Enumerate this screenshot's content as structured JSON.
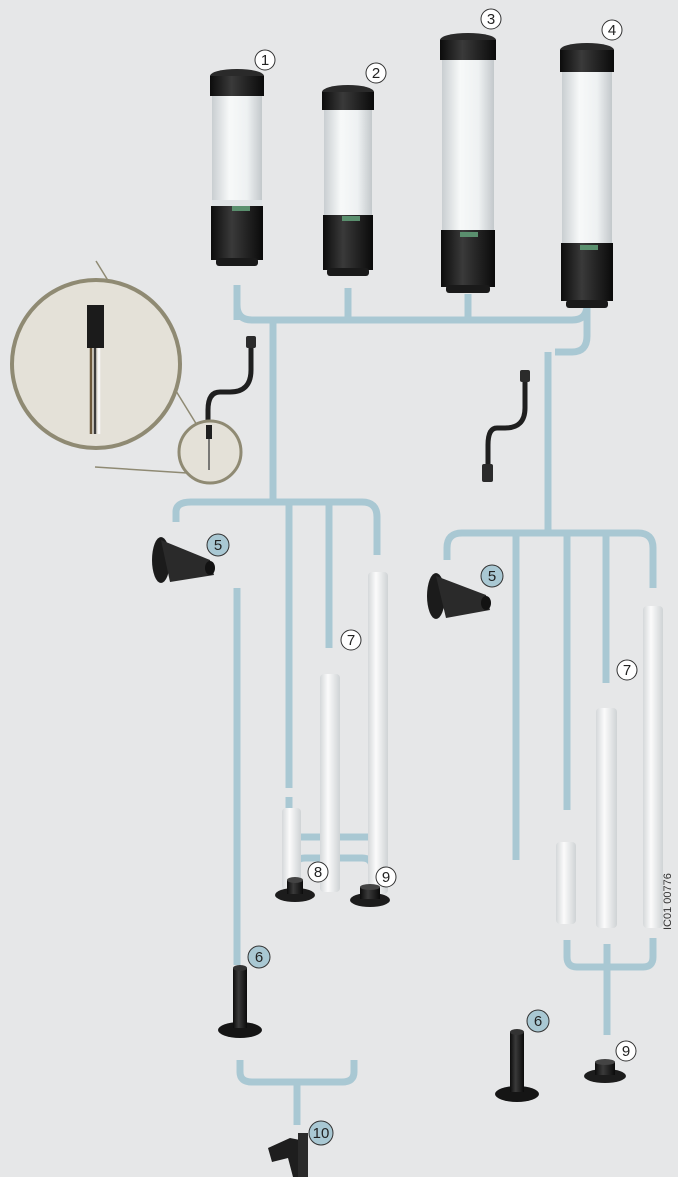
{
  "colors": {
    "background": "#e6e7e8",
    "connector": "#a9c8d3",
    "badge_filled": "#a9c8d3",
    "badge_outline": "#ffffff",
    "light_body": "#eef1f2",
    "light_cap": "#1d1d1d",
    "tube": "#f1f3f3",
    "mount_black": "#1e1e1e"
  },
  "callouts": {
    "c1": "1",
    "c2": "2",
    "c3": "3",
    "c4": "4",
    "c5a": "5",
    "c5b": "5",
    "c6a": "6",
    "c6b": "6",
    "c7a": "7",
    "c7b": "7",
    "c8": "8",
    "c9a": "9",
    "c9b": "9",
    "c10": "10"
  },
  "drawing_code": "IC01 00776"
}
